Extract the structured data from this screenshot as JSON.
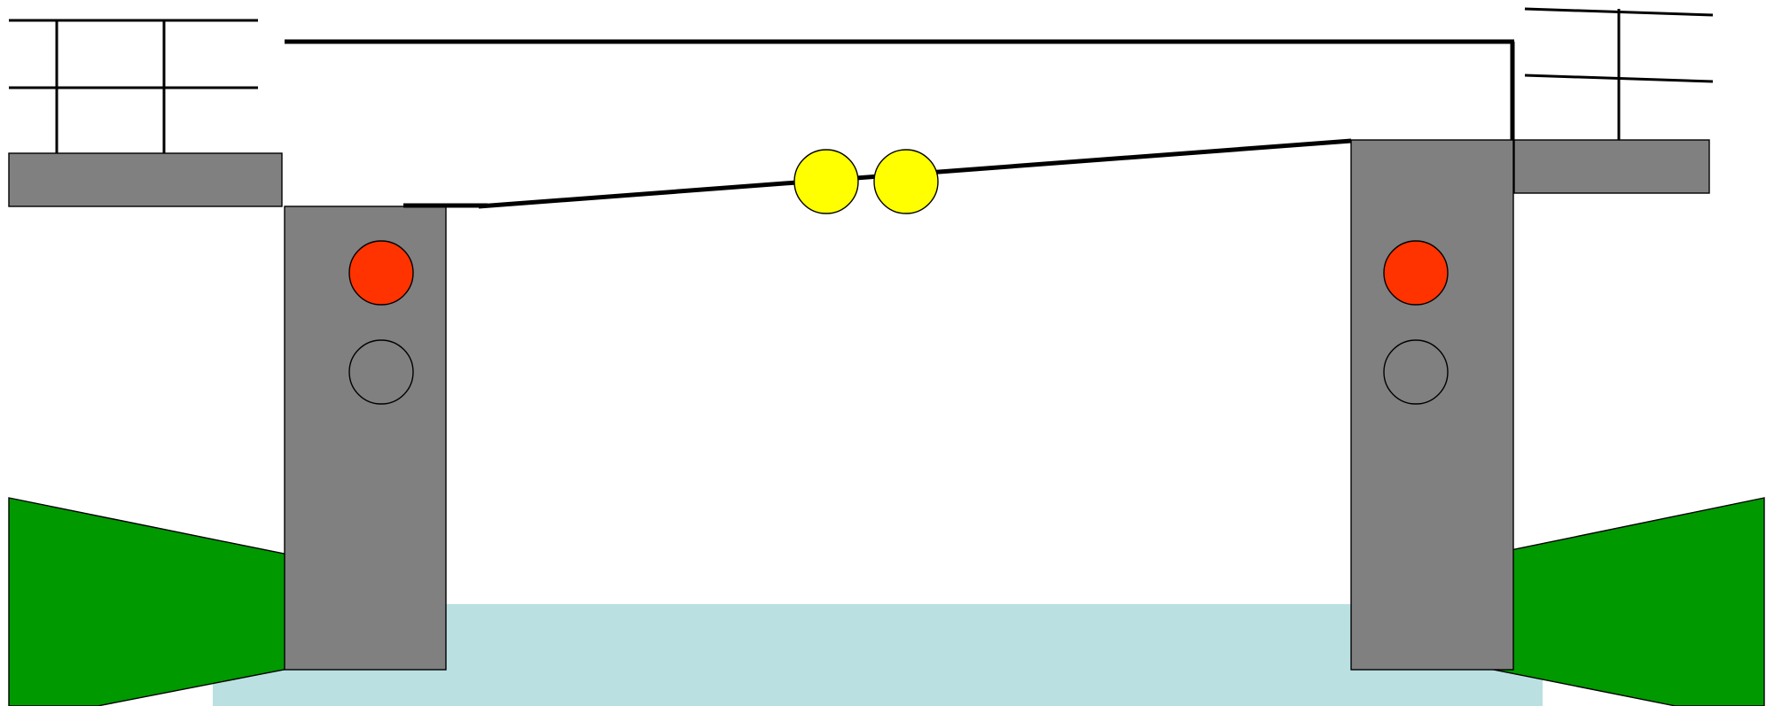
{
  "scene": {
    "type": "drawbridge-diagram",
    "colors": {
      "background": "#ffffff",
      "water": "#bae0e2",
      "land": "#009900",
      "tower": "#808080",
      "pier": "#808080",
      "line": "#000000",
      "light_red": "#ff3300",
      "light_off": "#808080",
      "light_yellow": "#ffff00"
    },
    "left_tower": {
      "signal_top": "red",
      "signal_bottom": "off"
    },
    "right_tower": {
      "signal_top": "red",
      "signal_bottom": "off"
    },
    "bridge_lights": [
      "yellow",
      "yellow"
    ],
    "railings": [
      "left-railing",
      "right-railing"
    ]
  }
}
